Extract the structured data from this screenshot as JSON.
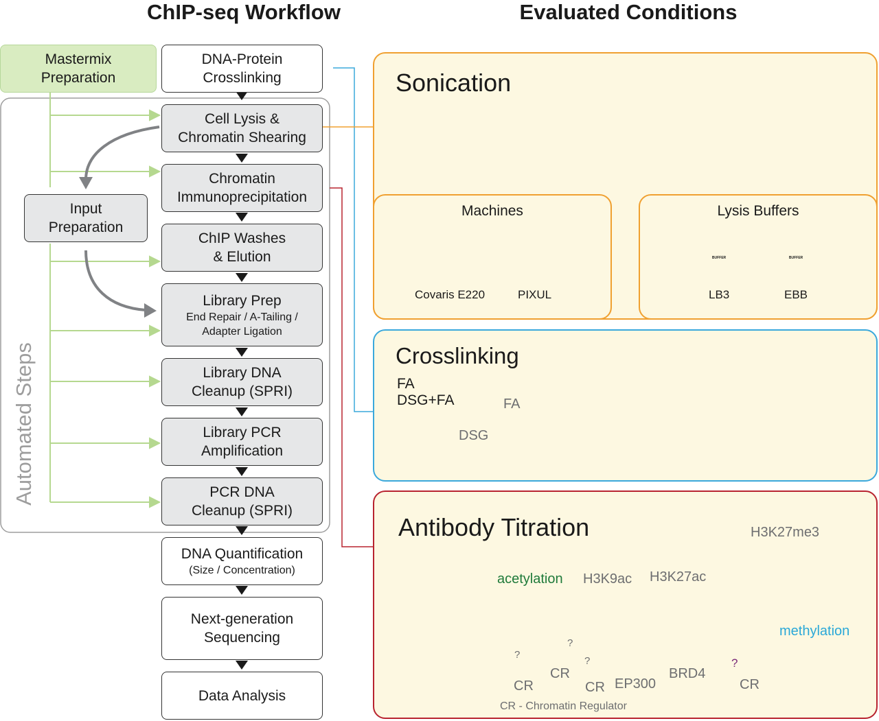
{
  "headings": {
    "left": "ChIP-seq Workflow",
    "right": "Evaluated Conditions"
  },
  "mastermix": {
    "line1": "Mastermix",
    "line2": "Preparation"
  },
  "input_prep": {
    "line1": "Input",
    "line2": "Preparation"
  },
  "automated_label": "Automated Steps",
  "steps": [
    {
      "line1": "DNA-Protein",
      "line2": "Crosslinking"
    },
    {
      "line1": "Cell Lysis &",
      "line2": "Chromatin Shearing"
    },
    {
      "line1": "Chromatin",
      "line2": "Immunoprecipitation"
    },
    {
      "line1": "ChIP Washes",
      "line2": "& Elution"
    },
    {
      "line1": "Library Prep",
      "sub1": "End Repair / A-Tailing /",
      "sub2": "Adapter Ligation"
    },
    {
      "line1": "Library DNA",
      "line2": "Cleanup (SPRI)"
    },
    {
      "line1": "Library PCR",
      "line2": "Amplification"
    },
    {
      "line1": "PCR DNA",
      "line2": "Cleanup (SPRI)"
    },
    {
      "line1": "DNA Quantification",
      "sub1": "(Size / Concentration)"
    },
    {
      "line1": "Next-generation",
      "line2": "Sequencing"
    },
    {
      "line1": "Data Analysis"
    }
  ],
  "sonication": {
    "title": "Sonication",
    "machines": {
      "title": "Machines",
      "items": [
        "Covaris E220",
        "PIXUL"
      ]
    },
    "buffers": {
      "title": "Lysis Buffers",
      "items": [
        "LB3",
        "EBB"
      ],
      "bottle_label": "BUFFER"
    }
  },
  "crosslinking": {
    "title": "Crosslinking",
    "options": [
      "FA",
      "DSG+FA"
    ],
    "fa_label": "FA",
    "dsg_label": "DSG"
  },
  "antibody": {
    "title": "Antibody Titration",
    "acetylation": "acetylation",
    "h3k9ac": "H3K9ac",
    "h3k27ac": "H3K27ac",
    "h3k27me3": "H3K27me3",
    "methylation": "methylation",
    "cr": "CR",
    "ep300": "EP300",
    "brd4": "BRD4",
    "q": "?",
    "footnote": "CR - Chromatin Regulator"
  },
  "colors": {
    "orange": "#f0a030",
    "blue": "#3aa8dc",
    "red": "#b8232f",
    "green_arrow": "#b5d88f",
    "dark_green": "#1f7a3a",
    "cyan": "#2aa8d8"
  }
}
